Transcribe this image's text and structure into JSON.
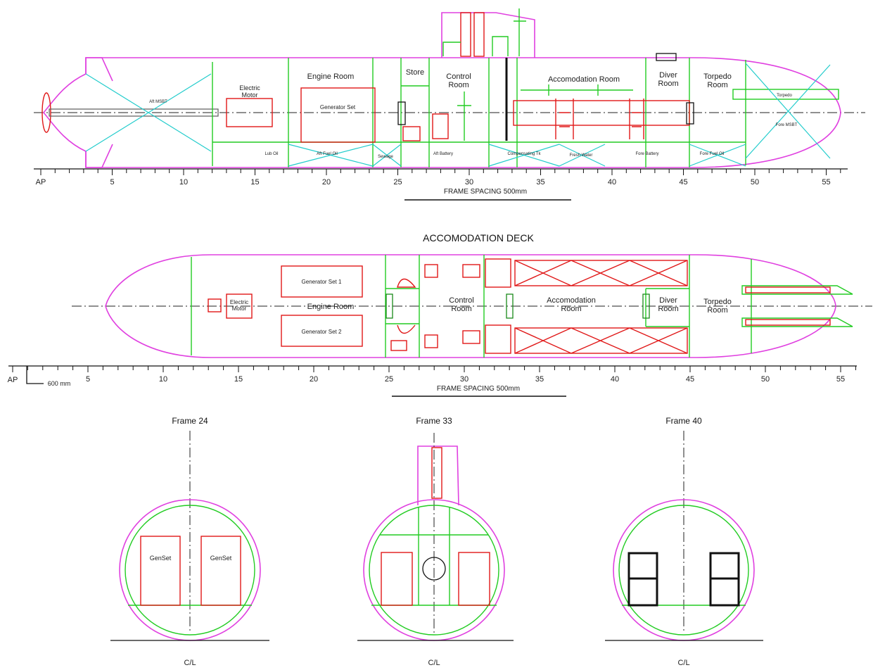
{
  "colors": {
    "hull": "#e040e0",
    "structure": "#22cc22",
    "equipment": "#e01818",
    "tanks": "#22cccc",
    "lines": "#111111"
  },
  "profile": {
    "rooms": {
      "engine_room": "Engine Room",
      "store": "Store",
      "control_room": "Control\nRoom",
      "accommodation_room": "Accomodation Room",
      "diver_room": "Diver\nRoom",
      "torpedo_room": "Torpedo\nRoom"
    },
    "equipment": {
      "electric_motor": "Electric\nMotor",
      "generator_set": "Generator Set",
      "torpedo": "Torpedo",
      "aft_msbt": "Aft MSBT",
      "fore_msbt": "Fore MSBT"
    },
    "tanks": {
      "lub_oil": "Lub Oil",
      "aft_fuel": "Aft Fuel Oil",
      "sewage": "Sewage",
      "aft_battery": "Aft Battery",
      "compensating": "Compensating Tk",
      "fresh_water": "Fresh Water",
      "fore_battery": "Fore Battery",
      "fore_fuel": "Fore Fuel Oil"
    },
    "scale": {
      "start_label": "AP",
      "tick_labels": [
        "5",
        "10",
        "15",
        "20",
        "25",
        "30",
        "35",
        "40",
        "45",
        "50",
        "55"
      ],
      "frame_spacing": "FRAME SPACING 500mm"
    }
  },
  "deck": {
    "title": "ACCOMODATION DECK",
    "generator_set_1": "Generator Set 1",
    "generator_set_2": "Generator Set 2",
    "electric_motor": "Electric\nMotor",
    "engine_room": "Engine Room",
    "control_room": "Control\nRoom",
    "accommodation_room": "Accomodation\nRoom",
    "diver_room": "Diver\nRoom",
    "torpedo_room": "Torpedo\nRoom",
    "scale": {
      "start_label": "AP",
      "unit_label": "600 mm",
      "tick_labels": [
        "5",
        "10",
        "15",
        "20",
        "25",
        "30",
        "35",
        "40",
        "45",
        "50",
        "55"
      ],
      "frame_spacing": "FRAME SPACING 500mm"
    }
  },
  "sections": [
    {
      "title": "Frame 24",
      "items": [
        "GenSet",
        "GenSet"
      ],
      "centerline": "C/L"
    },
    {
      "title": "Frame 33",
      "centerline": "C/L"
    },
    {
      "title": "Frame 40",
      "centerline": "C/L"
    }
  ]
}
